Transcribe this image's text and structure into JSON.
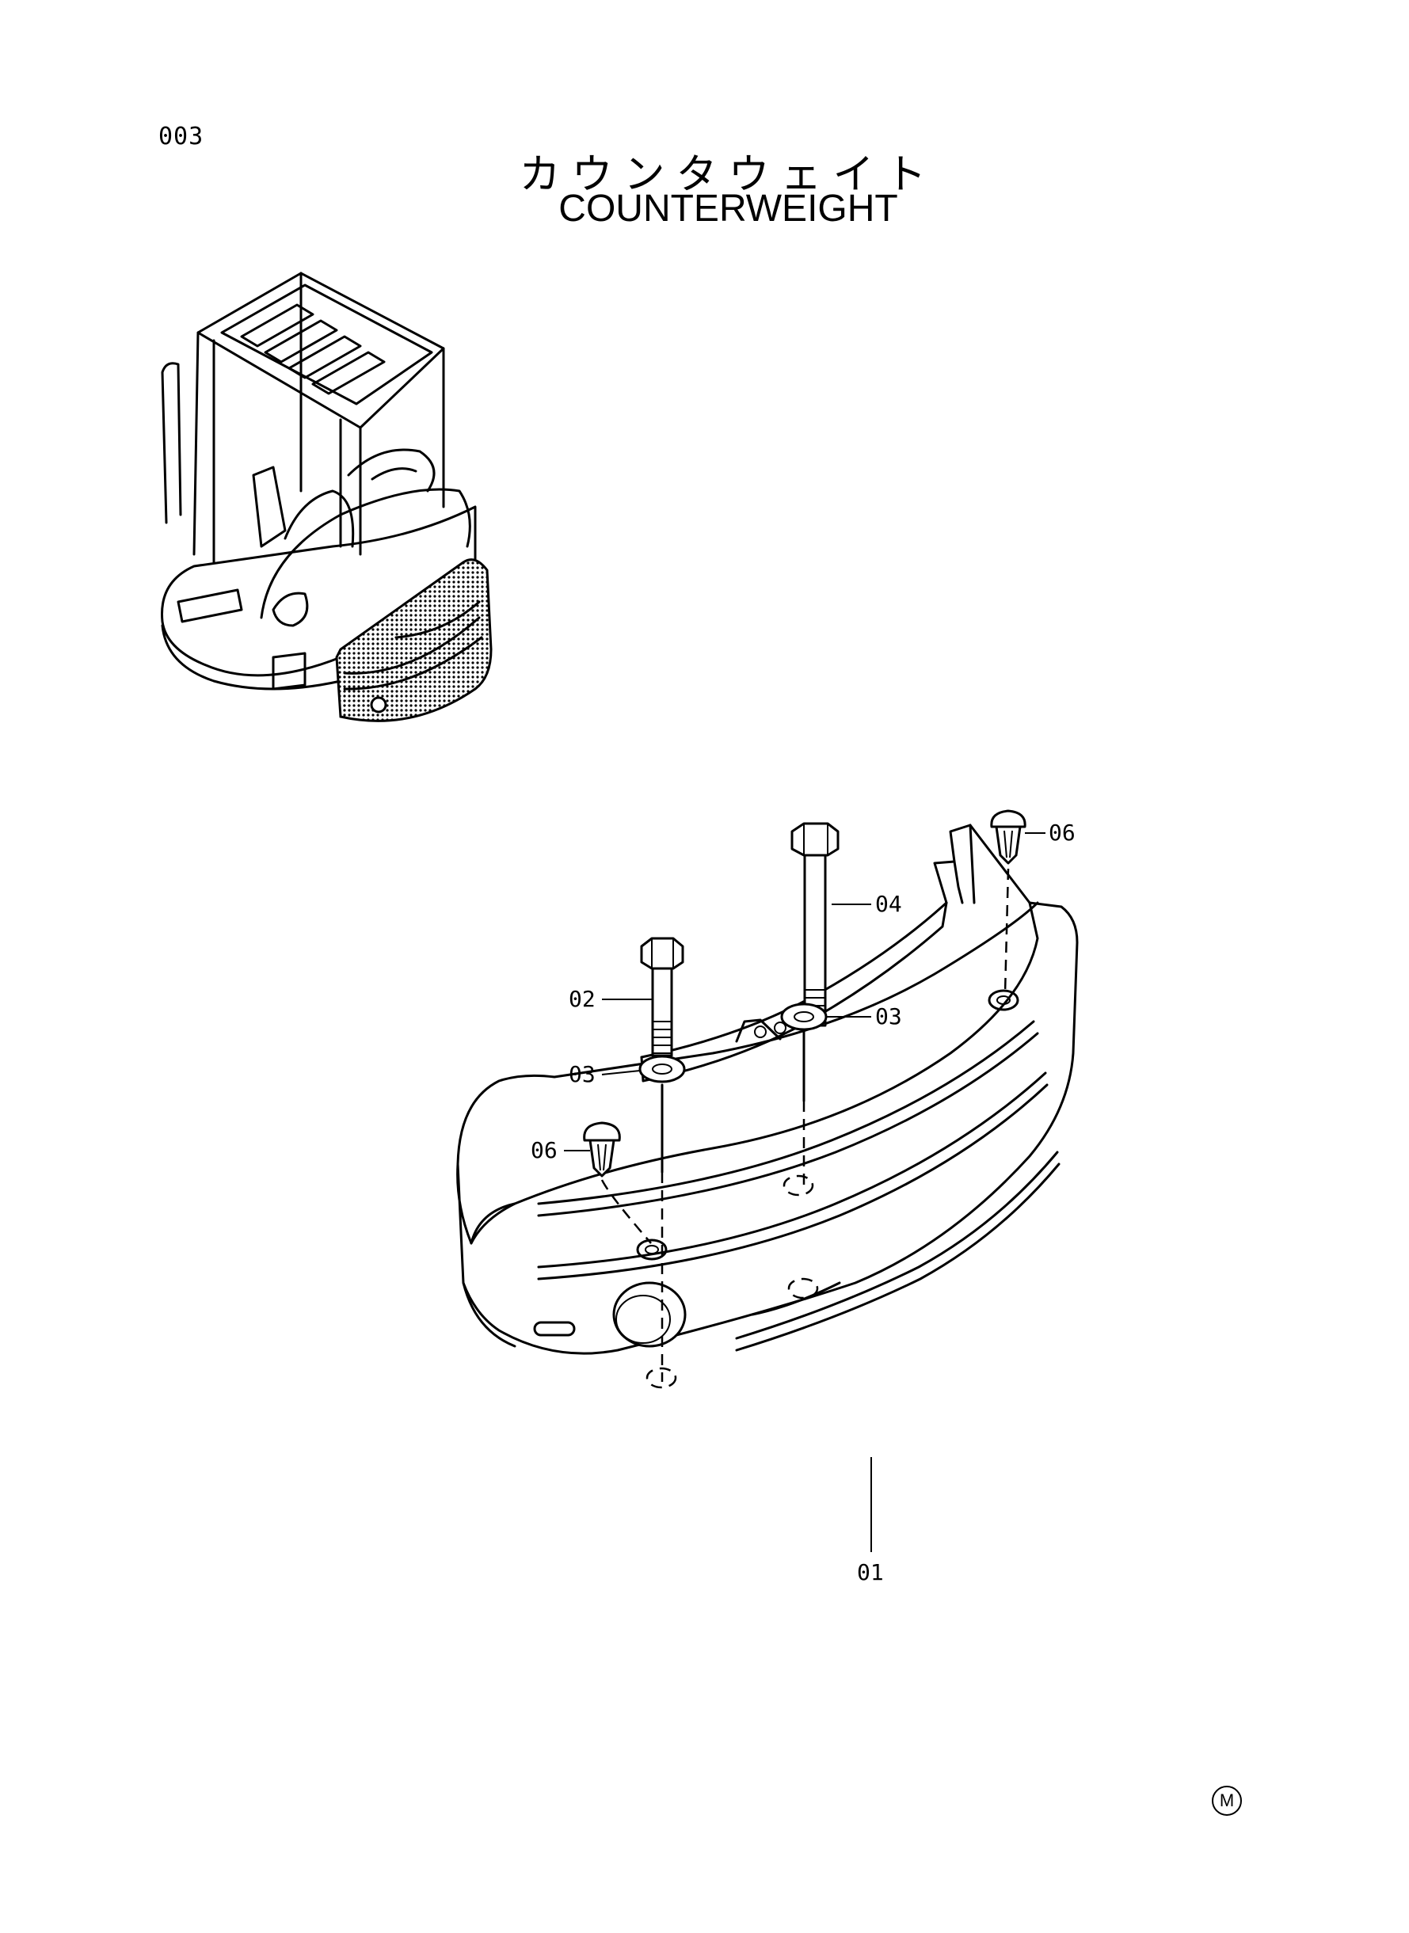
{
  "header": {
    "page_number": "003",
    "title_jp": "カウンタウェイト",
    "title_en": "COUNTERWEIGHT"
  },
  "callouts": {
    "p01": "01",
    "p02": "02",
    "p03_left": "03",
    "p03_right": "03",
    "p04": "04",
    "p06_left": "06",
    "p06_right": "06"
  },
  "footer": {
    "mark": "M"
  }
}
